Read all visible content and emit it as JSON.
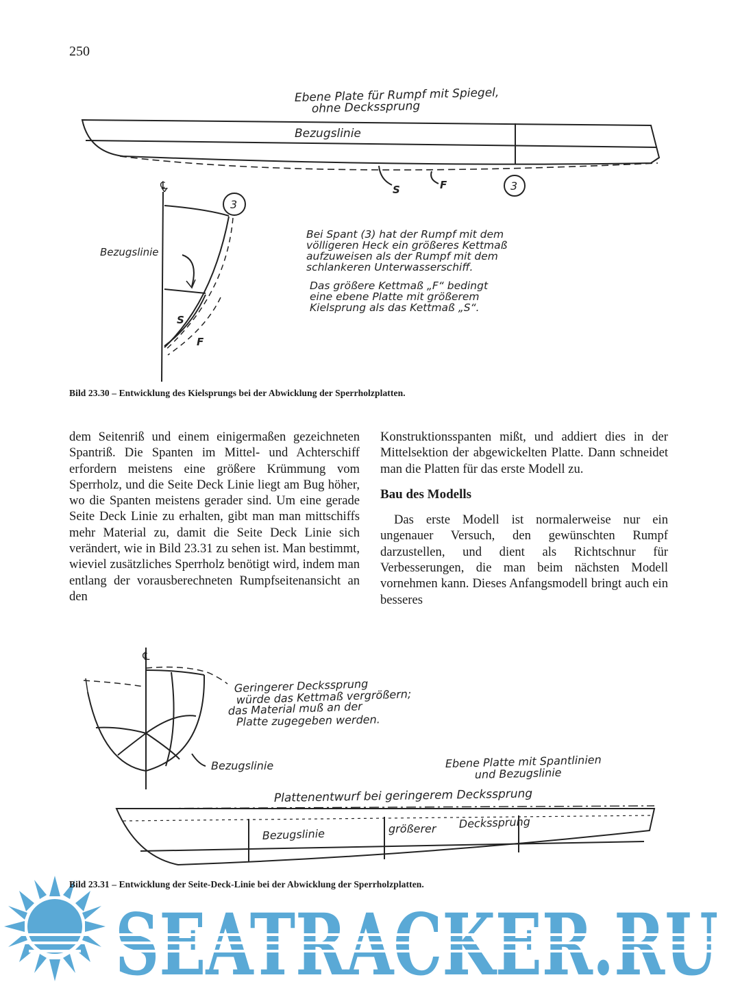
{
  "page": {
    "number": "250"
  },
  "figure1": {
    "title_line1": "Ebene Plate für Rumpf mit Spiegel,",
    "title_line2": "ohne Deckssprung",
    "ref_label": "Bezugslinie",
    "mark_s": "S",
    "mark_f": "F",
    "station": "3",
    "centerline": "℄",
    "side_label": "Bezugslinie",
    "note": [
      "Bei Spant (3) hat der Rumpf mit dem",
      "völligeren Heck ein größeres Kettmaß",
      "aufzuweisen als der Rumpf mit dem",
      "schlankeren Unterwasserschiff.",
      "Das größere Kettmaß „F“ bedingt",
      "eine ebene Platte mit größerem",
      "Kielsprung als das Kettmaß „S“."
    ],
    "caption": "Bild 23.30 – Entwicklung des Kielsprungs bei der Abwicklung der Sperrholzplatten."
  },
  "body": {
    "left_column": "dem Seitenriß und einem einigermaßen gezeichneten Spantriß. Die Spanten im Mittel- und Achterschiff erfordern meistens eine größere Krümmung vom Sperrholz, und die Seite Deck Linie liegt am Bug höher, wo die Spanten meistens gerader sind. Um eine gerade Seite Deck Linie zu erhalten, gibt man man mittschiffs mehr Material zu, damit die Seite Deck Linie sich verändert, wie in Bild 23.31 zu sehen ist. Man bestimmt, wieviel zusätzliches Sperrholz benötigt wird, indem man entlang der vorausberechneten Rumpfseitenansicht an den",
    "right_column_p1": "Konstruktionsspanten mißt, und addiert dies in der Mittelsektion der abgewickelten Platte. Dann schneidet man die Platten für das erste Modell zu.",
    "heading": "Bau des Modells",
    "right_column_p2": "Das erste Modell ist normalerweise nur ein ungenauer Versuch, den gewünschten Rumpf darzustellen, und dient als Richtschnur für Verbesserungen, die man beim nächsten Modell vornehmen kann. Dieses Anfangsmodell bringt auch ein besseres"
  },
  "figure2": {
    "centerline": "℄",
    "note": [
      "Geringerer Deckssprung",
      "würde das Kettmaß vergrößern;",
      "das Material muß an der",
      "Platte zugegeben werden."
    ],
    "section_label": "Bezugslinie",
    "plate_label_line1": "Ebene Platte mit Spantlinien",
    "plate_label_line2": "und Bezugslinie",
    "design_label": "Plattenentwurf bei geringerem Deckssprung",
    "ref_label": "Bezugslinie",
    "sheer_label_a": "größerer",
    "sheer_label_b": "Deckssprung",
    "caption": "Bild 23.31 – Entwicklung der Seite-Deck-Linie bei der Abwicklung der Sperrholzplatten."
  },
  "watermark": {
    "text": "SEATRACKER.RU",
    "color": "#5aa9d6"
  }
}
